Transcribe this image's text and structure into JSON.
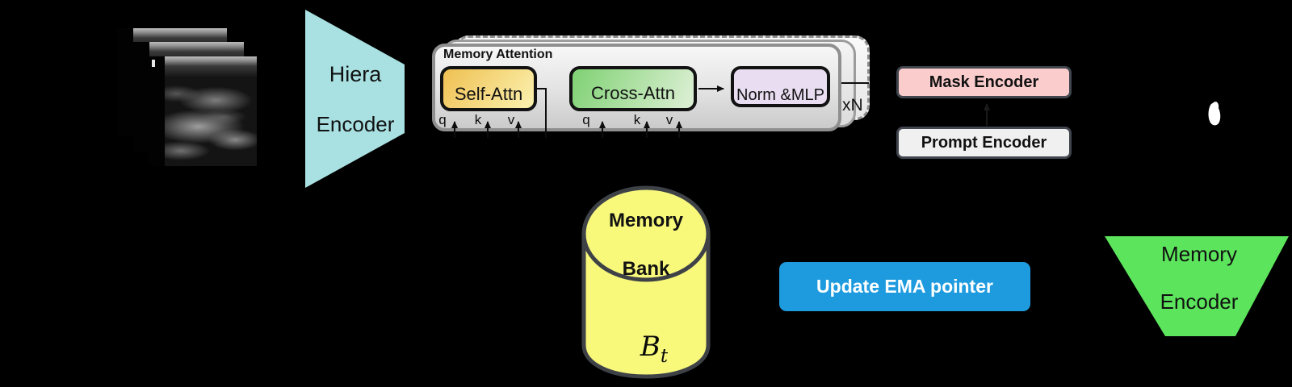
{
  "colors": {
    "background": "#000000",
    "hiera_fill": "#a9e1e2",
    "memory_encoder_fill": "#5ce55c",
    "memory_bank_fill": "#f8f87b",
    "memory_bank_stroke": "#3e4247",
    "update_ema_fill": "#1e9bdf",
    "mask_encoder_fill": "#fbcccc",
    "prompt_encoder_fill": "#f0f0f0",
    "self_attn_gradient": [
      "#efc052",
      "#fbf2b0"
    ],
    "cross_attn_gradient": [
      "#7fd173",
      "#def0d6"
    ],
    "norm_mlp_fill": "#e9ddf1",
    "mask_output_fill": "#ffffff"
  },
  "hiera_encoder": {
    "line1": "Hiera",
    "line2": "Encoder"
  },
  "memory_attention": {
    "title": "Memory Attention",
    "self_attn_label": "Self-Attn",
    "cross_attn_label": "Cross-Attn",
    "norm_mlp_label": "Norm &MLP",
    "qkv_labels": [
      "q",
      "k",
      "v"
    ],
    "repeat_label": "xN"
  },
  "mask_encoder": {
    "label": "Mask Encoder"
  },
  "prompt_encoder": {
    "label": "Prompt Encoder"
  },
  "memory_bank": {
    "line1": "Memory",
    "line2": "Bank",
    "symbol_base": "B",
    "symbol_subscript": "t"
  },
  "update_ema": {
    "label": "Update EMA pointer"
  },
  "memory_encoder": {
    "line1": "Memory",
    "line2": "Encoder"
  }
}
